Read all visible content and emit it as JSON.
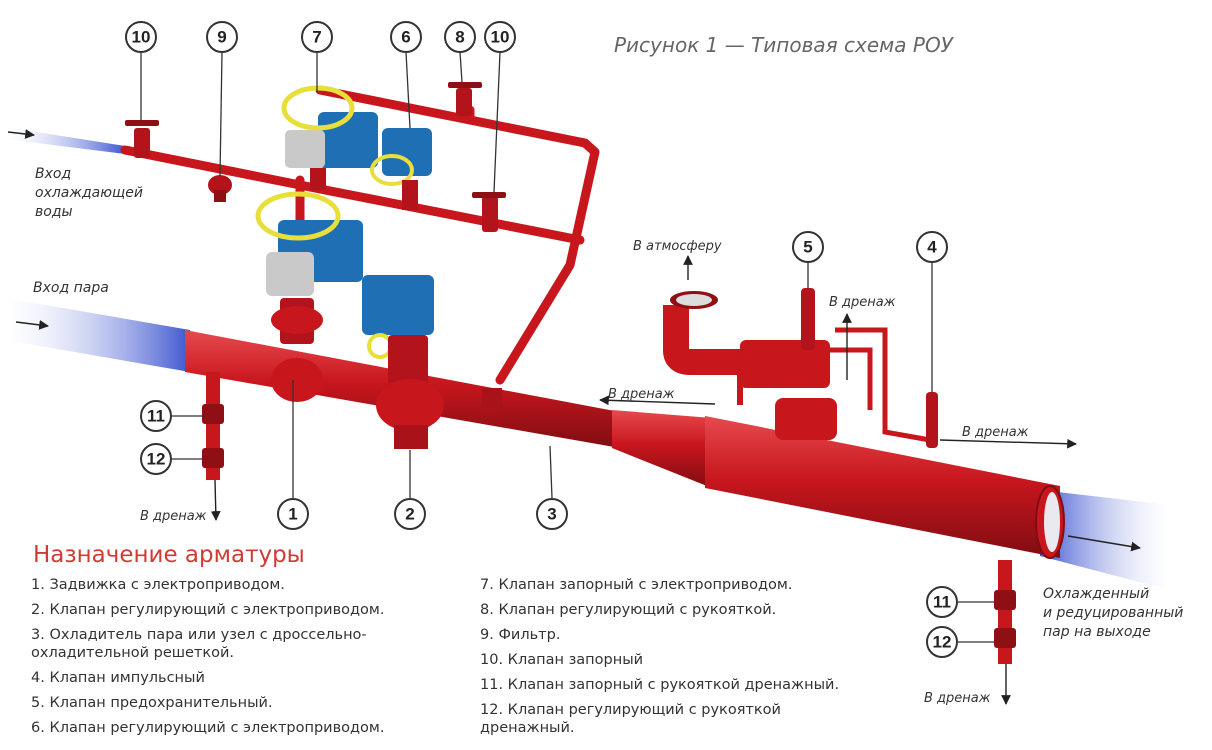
{
  "figure_title": "Рисунок 1 — Типовая схема РОУ",
  "flow_labels": {
    "water_in_1": "Вход",
    "water_in_2": "охлаждающей",
    "water_in_3": "воды",
    "steam_in": "Вход пара",
    "atmosphere": "В атмосферу",
    "drain_5": "В дренаж",
    "drain_mid": "В дренаж",
    "drain_4": "В дренаж",
    "drain_left": "В дренаж",
    "drain_right": "В дренаж",
    "steam_out_1": "Охлажденный",
    "steam_out_2": "и редуцированный",
    "steam_out_3": "пар на выходе"
  },
  "callouts": [
    "10",
    "9",
    "7",
    "6",
    "8",
    "10",
    "5",
    "4",
    "11",
    "12",
    "1",
    "2",
    "3",
    "11",
    "12"
  ],
  "legend": {
    "title": "Назначение арматуры",
    "left": [
      "1.   Задвижка с электроприводом.",
      "2.   Клапан регулирующий с электроприводом.",
      "3.   Охладитель пара или узел с дроссельно-охладительной решеткой.",
      "4.   Клапан импульсный",
      "5.   Клапан предохранительный.",
      "6.   Клапан регулирующий с электроприводом."
    ],
    "right": [
      "7.   Клапан запорный с электроприводом.",
      "8.   Клапан регулирующий с рукояткой.",
      "9.   Фильтр.",
      "10. Клапан запорный",
      "11. Клапан запорный с рукояткой дренажный.",
      "12. Клапан регулирующий с рукояткой дренажный."
    ]
  },
  "colors": {
    "pipe": "#c8161d",
    "pipe_dark": "#8e0f14",
    "actuator": "#1f6fb5",
    "handwheel": "#e8df3a",
    "inflow": "#4a5fd0",
    "legend_title": "#d23a34"
  }
}
